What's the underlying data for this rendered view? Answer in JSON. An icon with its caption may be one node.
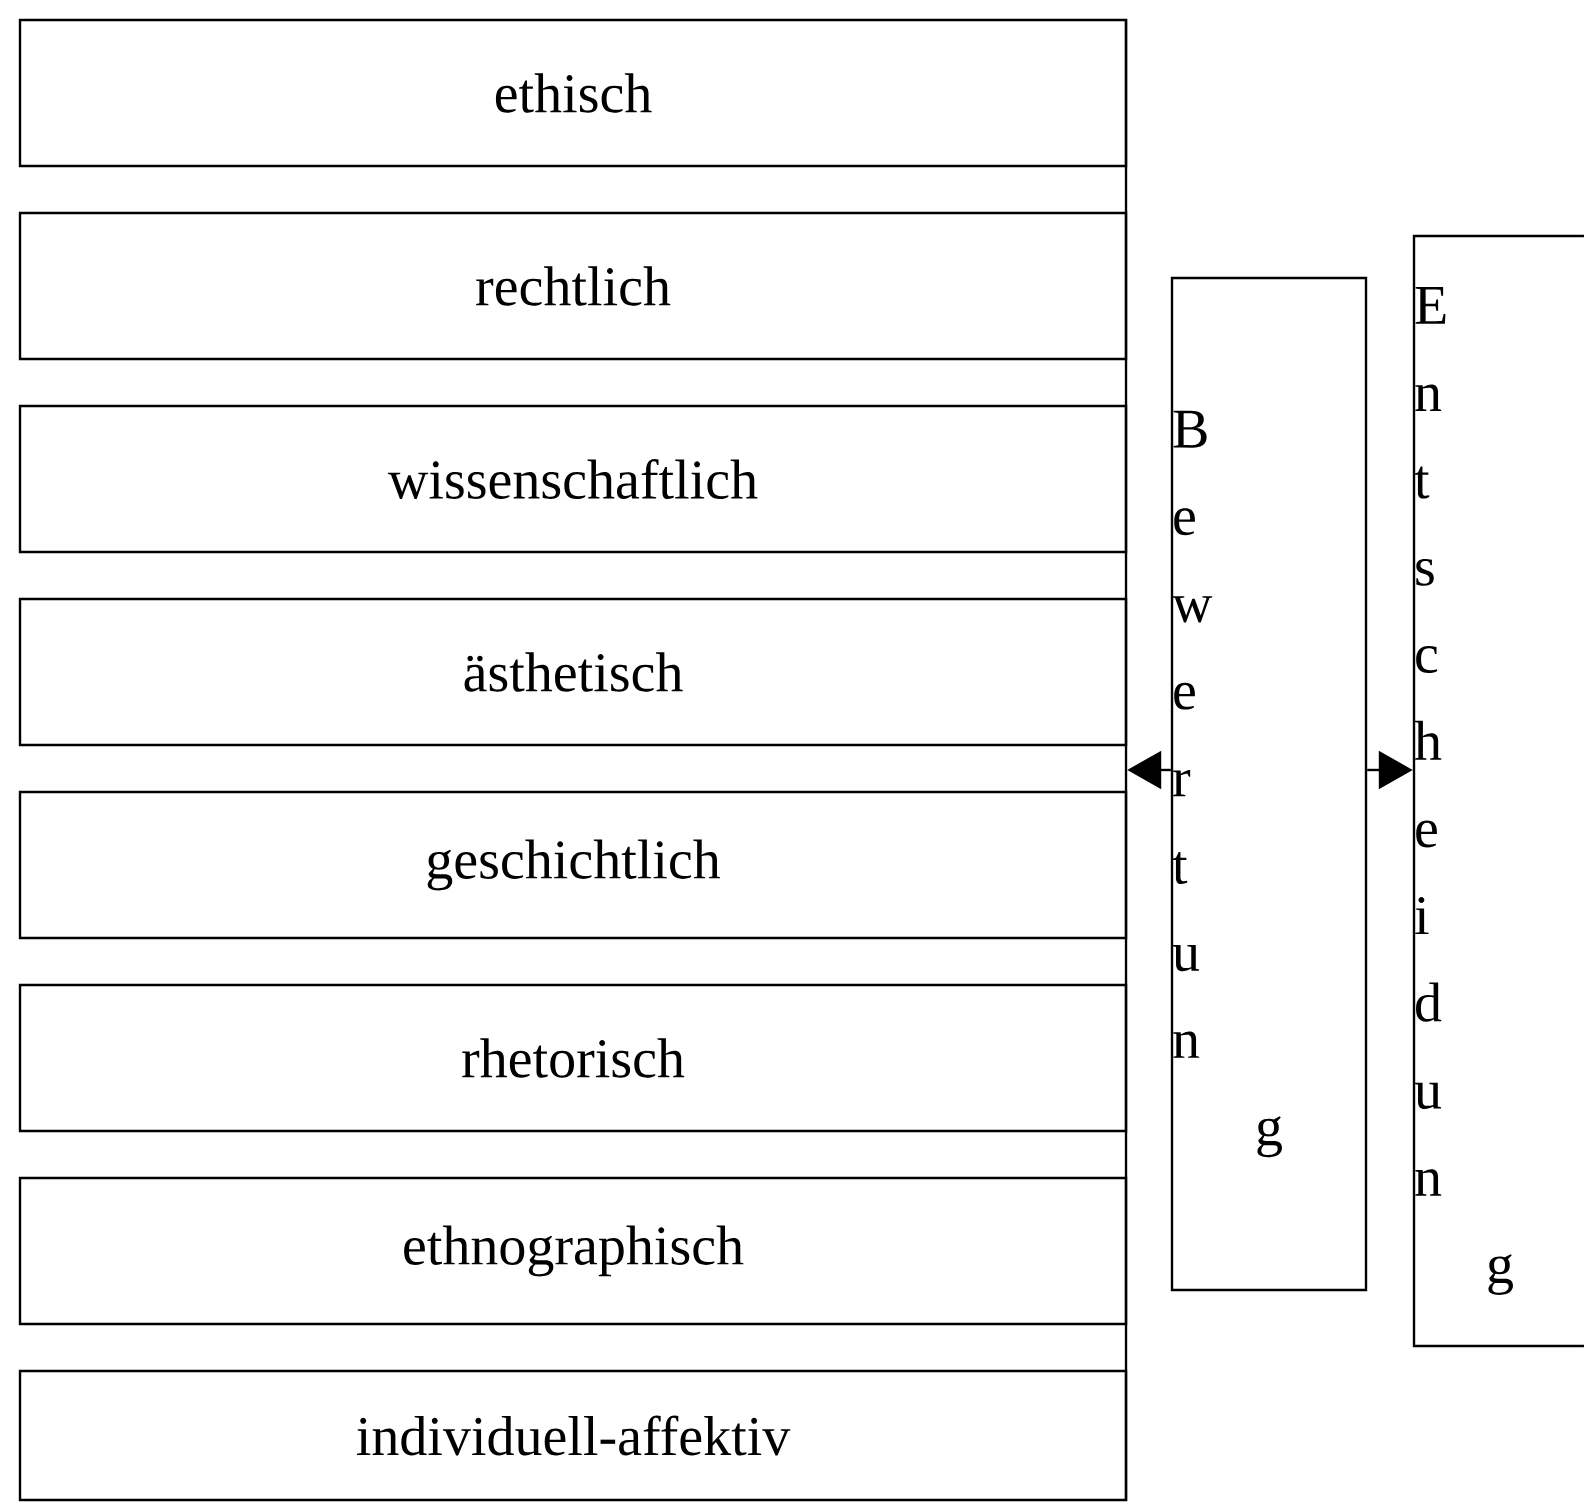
{
  "diagram": {
    "nodes": [
      {
        "text": [
          "ethisch"
        ]
      },
      {
        "text": [
          "rechtlich"
        ]
      },
      {
        "text": [
          "wissenschaftlich"
        ]
      },
      {
        "text": [
          "ästhetisch"
        ]
      },
      {
        "text": [
          "geschichtlich"
        ]
      },
      {
        "text": [
          "rhetorisch"
        ]
      },
      {
        "text": [
          "ethnographisch"
        ]
      },
      {
        "text": [
          "individuell-affektiv"
        ]
      },
      {
        "text": [],
        "shape": "bar"
      },
      {
        "text": [
          "Bewertung"
        ]
      },
      {
        "text": [
          "Entscheidung"
        ]
      }
    ],
    "edges": [
      {
        "from": 9,
        "to": 8,
        "arrow": "to"
      },
      {
        "from": 9,
        "to": 10,
        "arrow": "to"
      }
    ]
  }
}
